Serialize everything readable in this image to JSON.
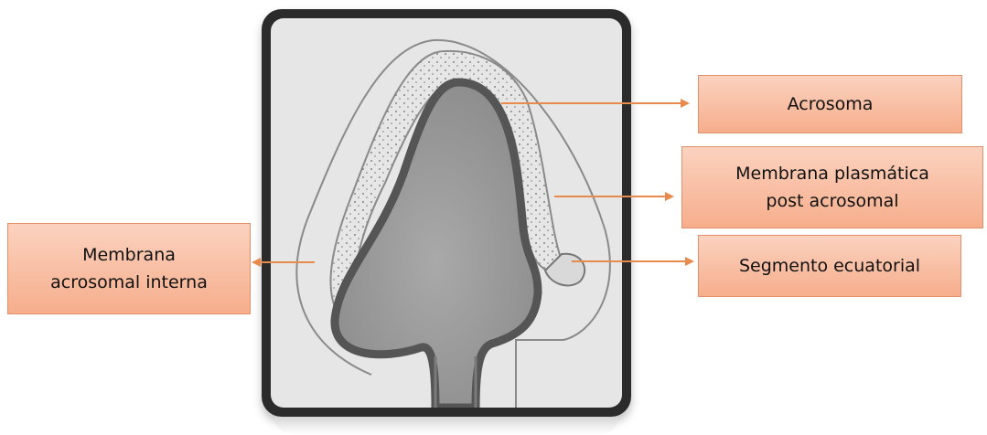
{
  "labels": {
    "acrosoma": "Acrosoma",
    "membrana_plasmatica_line1": "Membrana plasmática",
    "membrana_plasmatica_line2": "post acrosomal",
    "segmento_ecuatorial": "Segmento ecuatorial",
    "membrana_interna_line1": "Membrana",
    "membrana_interna_line2": "acrosomal interna"
  },
  "colors": {
    "label_fill": "#f8b996",
    "arrow": "#e8894d",
    "frame": "#2b2b2b"
  }
}
